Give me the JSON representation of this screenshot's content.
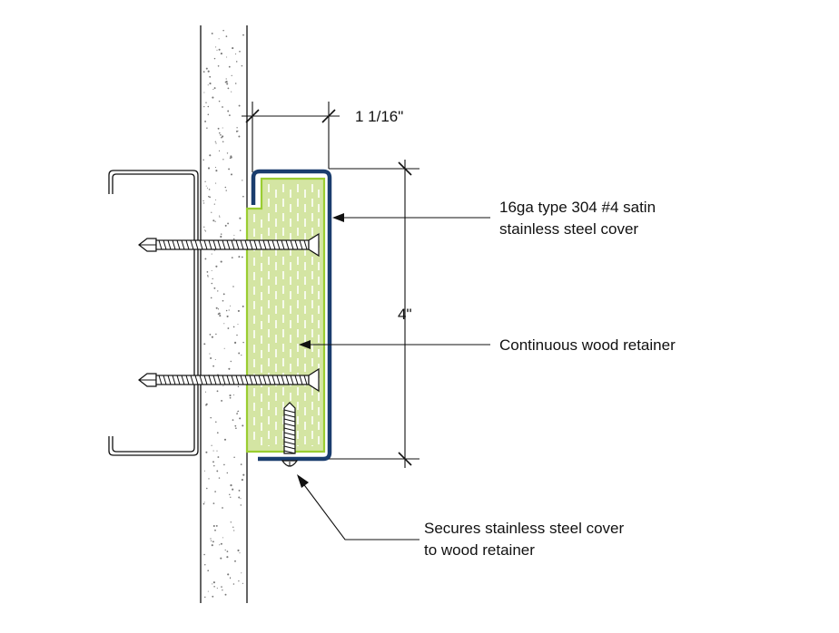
{
  "dimensions": {
    "width_label": "1 1/16\"",
    "height_label": "4\""
  },
  "callouts": {
    "cover_line1": "16ga type 304 #4 satin",
    "cover_line2": "stainless steel cover",
    "retainer": "Continuous wood retainer",
    "screw_line1": "Secures stainless steel cover",
    "screw_line2": "to wood retainer"
  },
  "colors": {
    "steel_cover": "#1a3d6e",
    "wood_fill": "#d4e5a3",
    "wood_outline": "#9acd32",
    "wood_grain": "#ffffff",
    "line": "#111111",
    "wall_speckle": "#777777"
  }
}
